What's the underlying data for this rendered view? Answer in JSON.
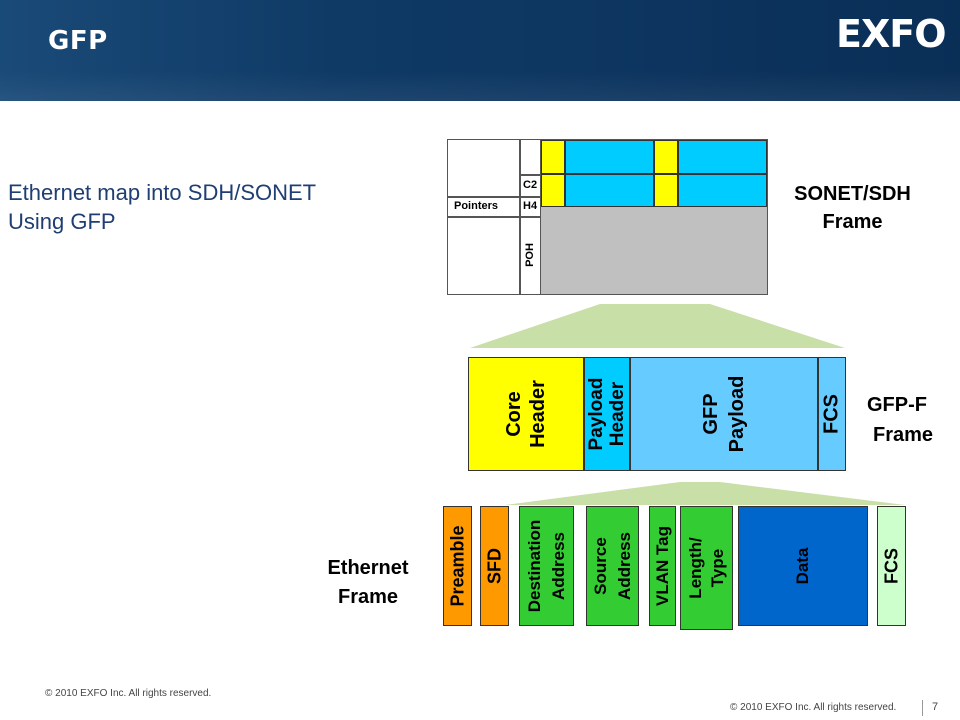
{
  "header": {
    "title": "GFP",
    "logo": "EXFO"
  },
  "subtitle": [
    "Ethernet map into SDH/SONET",
    "Using GFP"
  ],
  "sdh_frame": {
    "c2": "C2",
    "h4": "H4",
    "pointers": "Pointers",
    "poh": "POH",
    "label_line1": "SONET/SDH",
    "label_line2": "Frame"
  },
  "gfp_frame": {
    "core_header": "Core\nHeader",
    "payload_header": "Payload\nHeader",
    "gfp_payload": "GFP\nPayload",
    "fcs": "FCS",
    "label_line1": "GFP-F",
    "label_line2": "Frame"
  },
  "ethernet_frame": {
    "label_line1": "Ethernet",
    "label_line2": "Frame",
    "fields": [
      "Preamble",
      "SFD",
      "Destination\nAddress",
      "Source\nAddress",
      "VLAN Tag",
      "Length/\nType",
      "Data",
      "FCS"
    ]
  },
  "footer": {
    "left": "© 2010 EXFO Inc. All rights reserved.",
    "right": "© 2010 EXFO Inc. All rights reserved.",
    "page": "7"
  },
  "colors": {
    "yellow": "#ffff00",
    "cyan": "#00ccff",
    "light_blue": "#66ccff",
    "gray": "#c0c0c0",
    "orange": "#ff9900",
    "green": "#33cc33",
    "light_green": "#ccffcc",
    "blue": "#0066cc",
    "trapezoid": "#c9dfa8",
    "header_blue": "#0f3a66"
  }
}
